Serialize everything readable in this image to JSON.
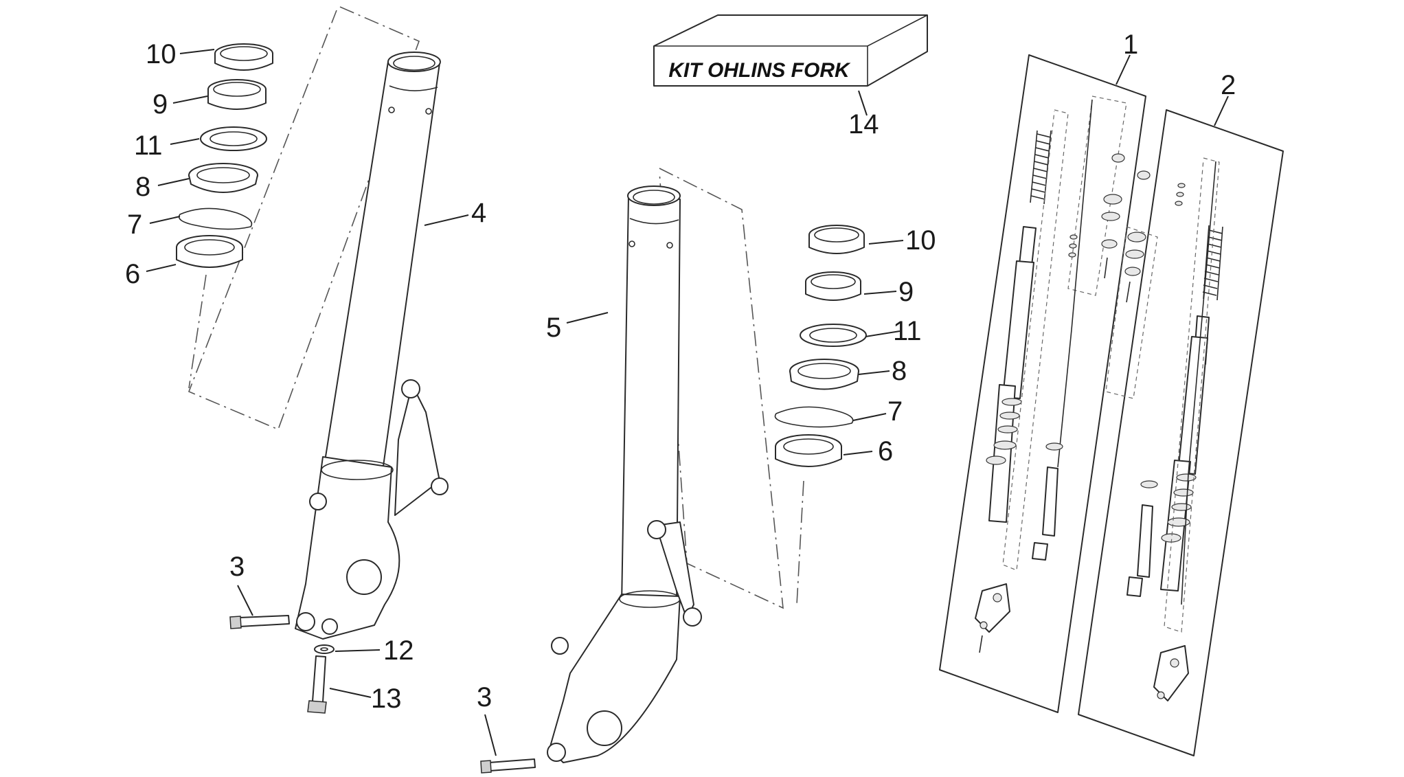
{
  "kit_box": {
    "label": "KIT OHLINS FORK",
    "callout": "14"
  },
  "callouts": {
    "left_bushing_top": "10",
    "left_bushing": "9",
    "left_washer": "11",
    "left_seal": "8",
    "left_clip": "7",
    "left_dust_seal": "6",
    "left_tube": "4",
    "left_screw": "3",
    "washer_12": "12",
    "screw_13": "13",
    "right_tube": "5",
    "right_screw": "3",
    "right_bushing_top": "10",
    "right_bushing": "9",
    "right_washer": "11",
    "right_seal": "8",
    "right_clip": "7",
    "right_dust_seal": "6",
    "panel_1": "1",
    "panel_2": "2"
  },
  "colors": {
    "line": "#2a2a2a",
    "background": "#ffffff",
    "dash": "#555555"
  }
}
